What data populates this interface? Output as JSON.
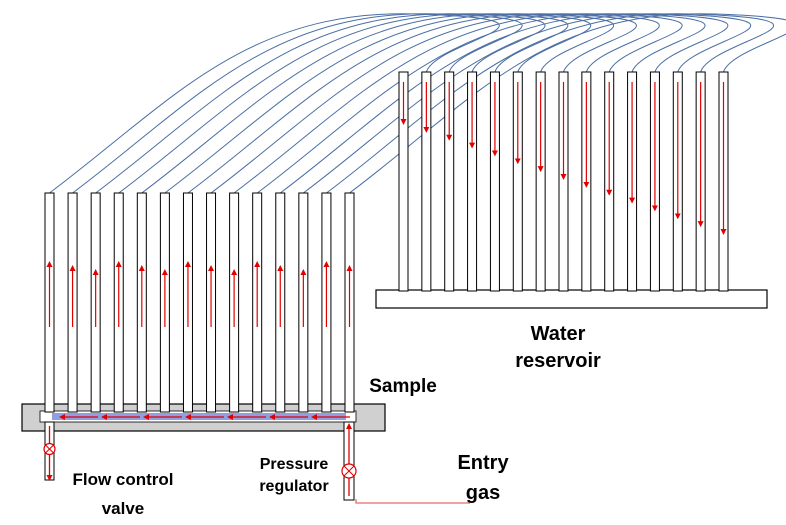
{
  "labels": {
    "water_reservoir": [
      "Water",
      "reservoir"
    ],
    "sample": "Sample",
    "pressure_regulator": [
      "Pressure",
      "regulator"
    ],
    "flow_control_valve": [
      "Flow control",
      "valve"
    ],
    "entry_gas": [
      "Entry",
      "gas"
    ]
  },
  "sample_tube_count": 14,
  "reservoir_tube_count": 15,
  "colors": {
    "outline": "#000000",
    "tube_link": "#4a6fa5",
    "arrow": "#e00000",
    "sample_base": "#d0d0d0",
    "sample_channel": "#6b7fd8",
    "gas_line": "#e46a6a"
  }
}
